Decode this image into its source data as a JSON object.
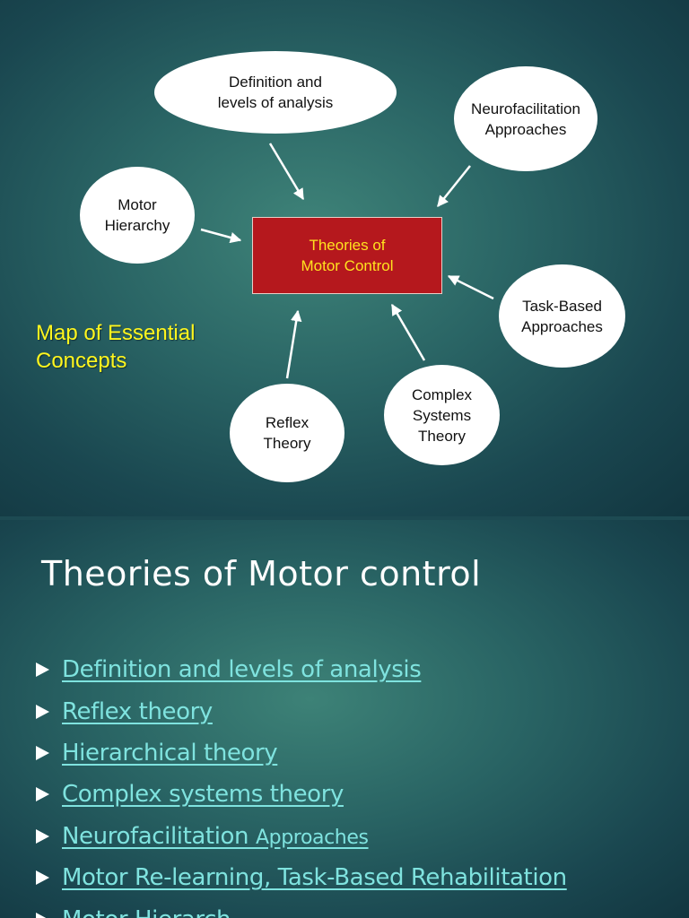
{
  "map": {
    "center": "Theories of\nMotor Control",
    "caption": "Map of Essential\nConcepts",
    "nodes": {
      "definition": "Definition and\nlevels of analysis",
      "neurofacilitation": "Neurofacilitation\nApproaches",
      "motor_hierarchy": "Motor\nHierarchy",
      "task_based": "Task-Based\nApproaches",
      "complex_systems": "Complex\nSystems\nTheory",
      "reflex": "Reflex\nTheory"
    },
    "colors": {
      "center_fill": "#b5181d",
      "center_text": "#ffe21f",
      "caption": "#fff61e"
    }
  },
  "list_slide": {
    "title": "Theories of Motor control",
    "items": [
      {
        "text": "Definition and levels of analysis"
      },
      {
        "text": "Reflex theory"
      },
      {
        "text": "Hierarchical theory"
      },
      {
        "text": "Complex systems theory"
      },
      {
        "text": "Neurofacilitation ",
        "text_small": "Approaches"
      },
      {
        "text": "Motor Re-learning, Task-Based Rehabilitation"
      },
      {
        "text": "Motor Hierarch"
      }
    ],
    "colors": {
      "link": "#7fe3df"
    }
  }
}
